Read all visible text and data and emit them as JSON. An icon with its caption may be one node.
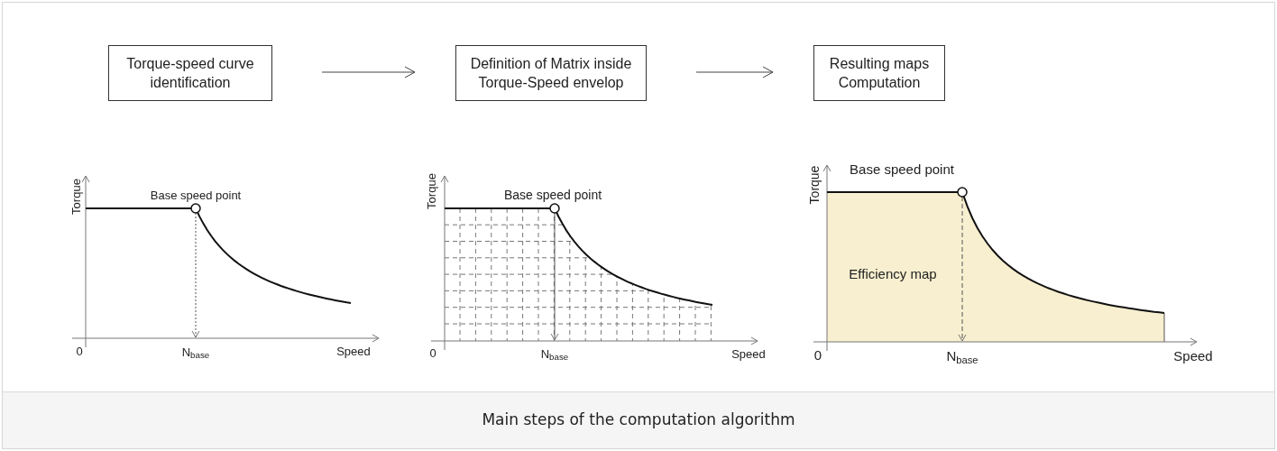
{
  "diagram": {
    "caption": "Main steps of the computation algorithm",
    "nodes": [
      {
        "text": [
          "Torque-speed curve identification"
        ]
      },
      {
        "text": [
          "Definition of Matrix inside Torque-Speed envelop"
        ]
      },
      {
        "text": [
          "Resulting maps Computation"
        ]
      }
    ],
    "edges": [
      {
        "from": 0,
        "to": 1,
        "arrow": "to"
      },
      {
        "from": 1,
        "to": 2,
        "arrow": "to"
      }
    ],
    "labels": [
      "Torque",
      "Base speed point",
      "0",
      "N$_{base}$",
      "Speed",
      "Torque",
      "Base speed point",
      "0",
      "N$_{base}$",
      "Speed",
      "Torque",
      "Base speed point",
      "Efficiency map",
      "0",
      "N$_{base}$",
      "Speed"
    ]
  }
}
